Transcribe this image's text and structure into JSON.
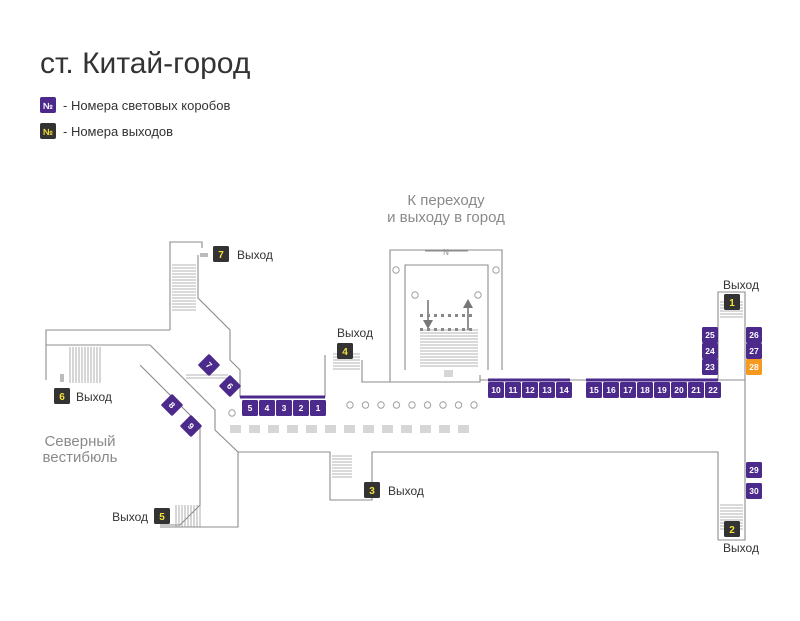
{
  "title": "ст. Китай-город",
  "legend": {
    "light_boxes": {
      "symbol": "№",
      "label": "- Номера световых коробов",
      "color": "#4b2a8c"
    },
    "exits": {
      "symbol": "№",
      "label": "- Номера выходов",
      "color": "#333333",
      "text_color": "#f6e23a"
    }
  },
  "transfer_label": [
    "К переходу",
    "и выходу в город"
  ],
  "north_label": "N",
  "vestibule_label": [
    "Северный",
    "вестибюль"
  ],
  "exit_word": "Выход",
  "highlight_color": "#f59a1e",
  "box_color": "#4b2a8c",
  "exits": [
    {
      "id": 1,
      "label": "1",
      "caption": "Выход"
    },
    {
      "id": 2,
      "label": "2",
      "caption": "Выход"
    },
    {
      "id": 3,
      "label": "3",
      "caption": "Выход"
    },
    {
      "id": 4,
      "label": "4",
      "caption": "Выход"
    },
    {
      "id": 5,
      "label": "5",
      "caption": "Выход"
    },
    {
      "id": 6,
      "label": "6",
      "caption": "Выход"
    },
    {
      "id": 7,
      "label": "7",
      "caption": "Выход"
    }
  ],
  "light_boxes": [
    {
      "label": "1"
    },
    {
      "label": "2"
    },
    {
      "label": "3"
    },
    {
      "label": "4"
    },
    {
      "label": "5"
    },
    {
      "label": "6"
    },
    {
      "label": "7"
    },
    {
      "label": "8"
    },
    {
      "label": "9"
    },
    {
      "label": "10"
    },
    {
      "label": "11"
    },
    {
      "label": "12"
    },
    {
      "label": "13"
    },
    {
      "label": "14"
    },
    {
      "label": "15"
    },
    {
      "label": "16"
    },
    {
      "label": "17"
    },
    {
      "label": "18"
    },
    {
      "label": "19"
    },
    {
      "label": "20"
    },
    {
      "label": "21"
    },
    {
      "label": "22"
    },
    {
      "label": "23"
    },
    {
      "label": "24"
    },
    {
      "label": "25"
    },
    {
      "label": "26"
    },
    {
      "label": "27"
    },
    {
      "label": "28",
      "highlighted": true
    },
    {
      "label": "29"
    },
    {
      "label": "30"
    }
  ]
}
